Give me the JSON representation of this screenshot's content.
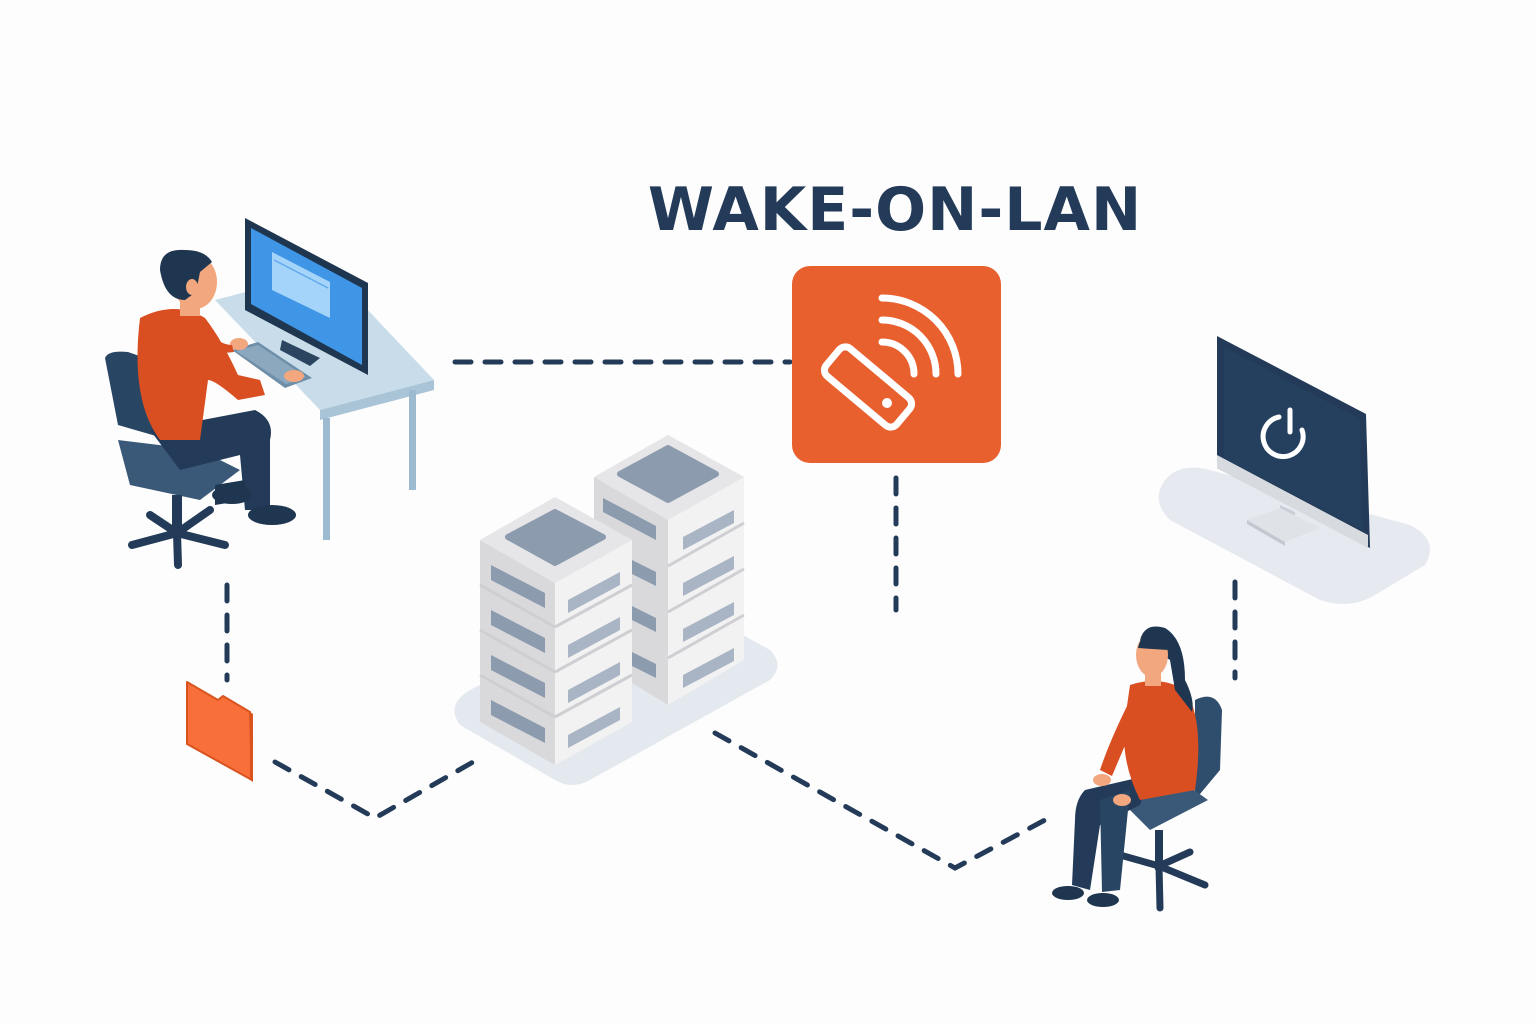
{
  "title": "WAKE-ON-LAN",
  "colors": {
    "navy": "#233b58",
    "orange": "#e9602f",
    "folder_orange": "#f86f3a",
    "shirt": "#d94f22",
    "screen_blue": "#3f96e6",
    "desk": "#c8dde9",
    "server_light": "#e9e9eb",
    "server_slot": "#8c9bae",
    "platform": "#e4e9ef",
    "background": "#fdfdfd"
  },
  "nodes": [
    {
      "id": "admin-workstation",
      "label": "Man at desk with computer",
      "icon": "workstation-icon"
    },
    {
      "id": "wol-signal",
      "label": "Remote with wireless signal",
      "icon": "remote-signal-icon"
    },
    {
      "id": "target-computer",
      "label": "Monitor showing power symbol",
      "icon": "power-icon"
    },
    {
      "id": "server-cluster",
      "label": "Server racks",
      "icon": "server-icon"
    },
    {
      "id": "folder",
      "label": "Folder",
      "icon": "folder-icon"
    },
    {
      "id": "user",
      "label": "Woman sitting on chair",
      "icon": "person-icon"
    }
  ],
  "connections": [
    {
      "from": "admin-workstation",
      "to": "wol-signal",
      "style": "dashed"
    },
    {
      "from": "wol-signal",
      "to": "below",
      "style": "dashed"
    },
    {
      "from": "admin-workstation",
      "to": "folder",
      "style": "dashed"
    },
    {
      "from": "folder",
      "to": "server-cluster",
      "style": "dashed"
    },
    {
      "from": "server-cluster",
      "to": "user",
      "style": "dashed"
    },
    {
      "from": "target-computer",
      "to": "user",
      "style": "dashed"
    }
  ]
}
